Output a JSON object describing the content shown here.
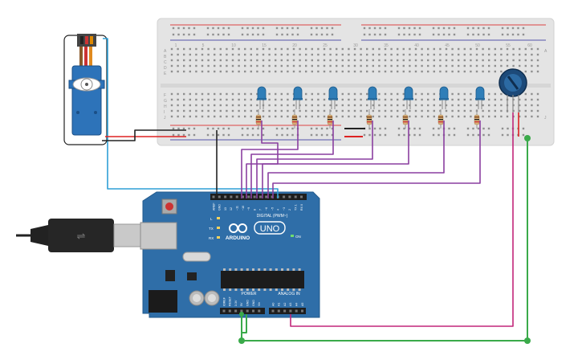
{
  "board": {
    "logo": "ARDUINO",
    "model": "UNO",
    "digital_header_label": "DIGITAL (PWM~)",
    "power_header_label": "POWER",
    "analog_header_label": "ANALOG IN",
    "on_label": "ON",
    "l_label": "L",
    "tx_label": "TX",
    "rx_label": "RX",
    "digital_pins": [
      "AREF",
      "GND",
      "13",
      "12",
      "~11",
      "~10",
      "~9",
      "8",
      "7",
      "~6",
      "~5",
      "4",
      "~3",
      "2",
      "TX 1",
      "RX 0"
    ],
    "power_pins": [
      "IOREF",
      "RESET",
      "3.3V",
      "5V",
      "GND",
      "GND",
      "Vin"
    ],
    "analog_pins": [
      "A0",
      "A1",
      "A2",
      "A3",
      "A4",
      "A5"
    ]
  },
  "breadboard": {
    "row_letters_top": [
      "A",
      "B",
      "C",
      "D",
      "E"
    ],
    "row_letters_bottom": [
      "F",
      "G",
      "H",
      "I",
      "J"
    ],
    "column_numbers": [
      "1",
      "5",
      "10",
      "15",
      "20",
      "25",
      "30",
      "35",
      "40",
      "45",
      "50",
      "55",
      "60"
    ]
  },
  "components": {
    "led_count": 7,
    "resistor_count": 7,
    "servo": "servo-motor",
    "potentiometer": "potentiometer"
  },
  "colors": {
    "board": "#2f6ea8",
    "breadboard": "#e6e6e6",
    "led": "#2f7eb8",
    "wire_purple": "#8a3fa0",
    "wire_magenta": "#c2267a",
    "wire_green": "#3aaa4a",
    "wire_cyan": "#2e9fd6",
    "wire_black": "#222222",
    "wire_red": "#cc2a2a"
  }
}
